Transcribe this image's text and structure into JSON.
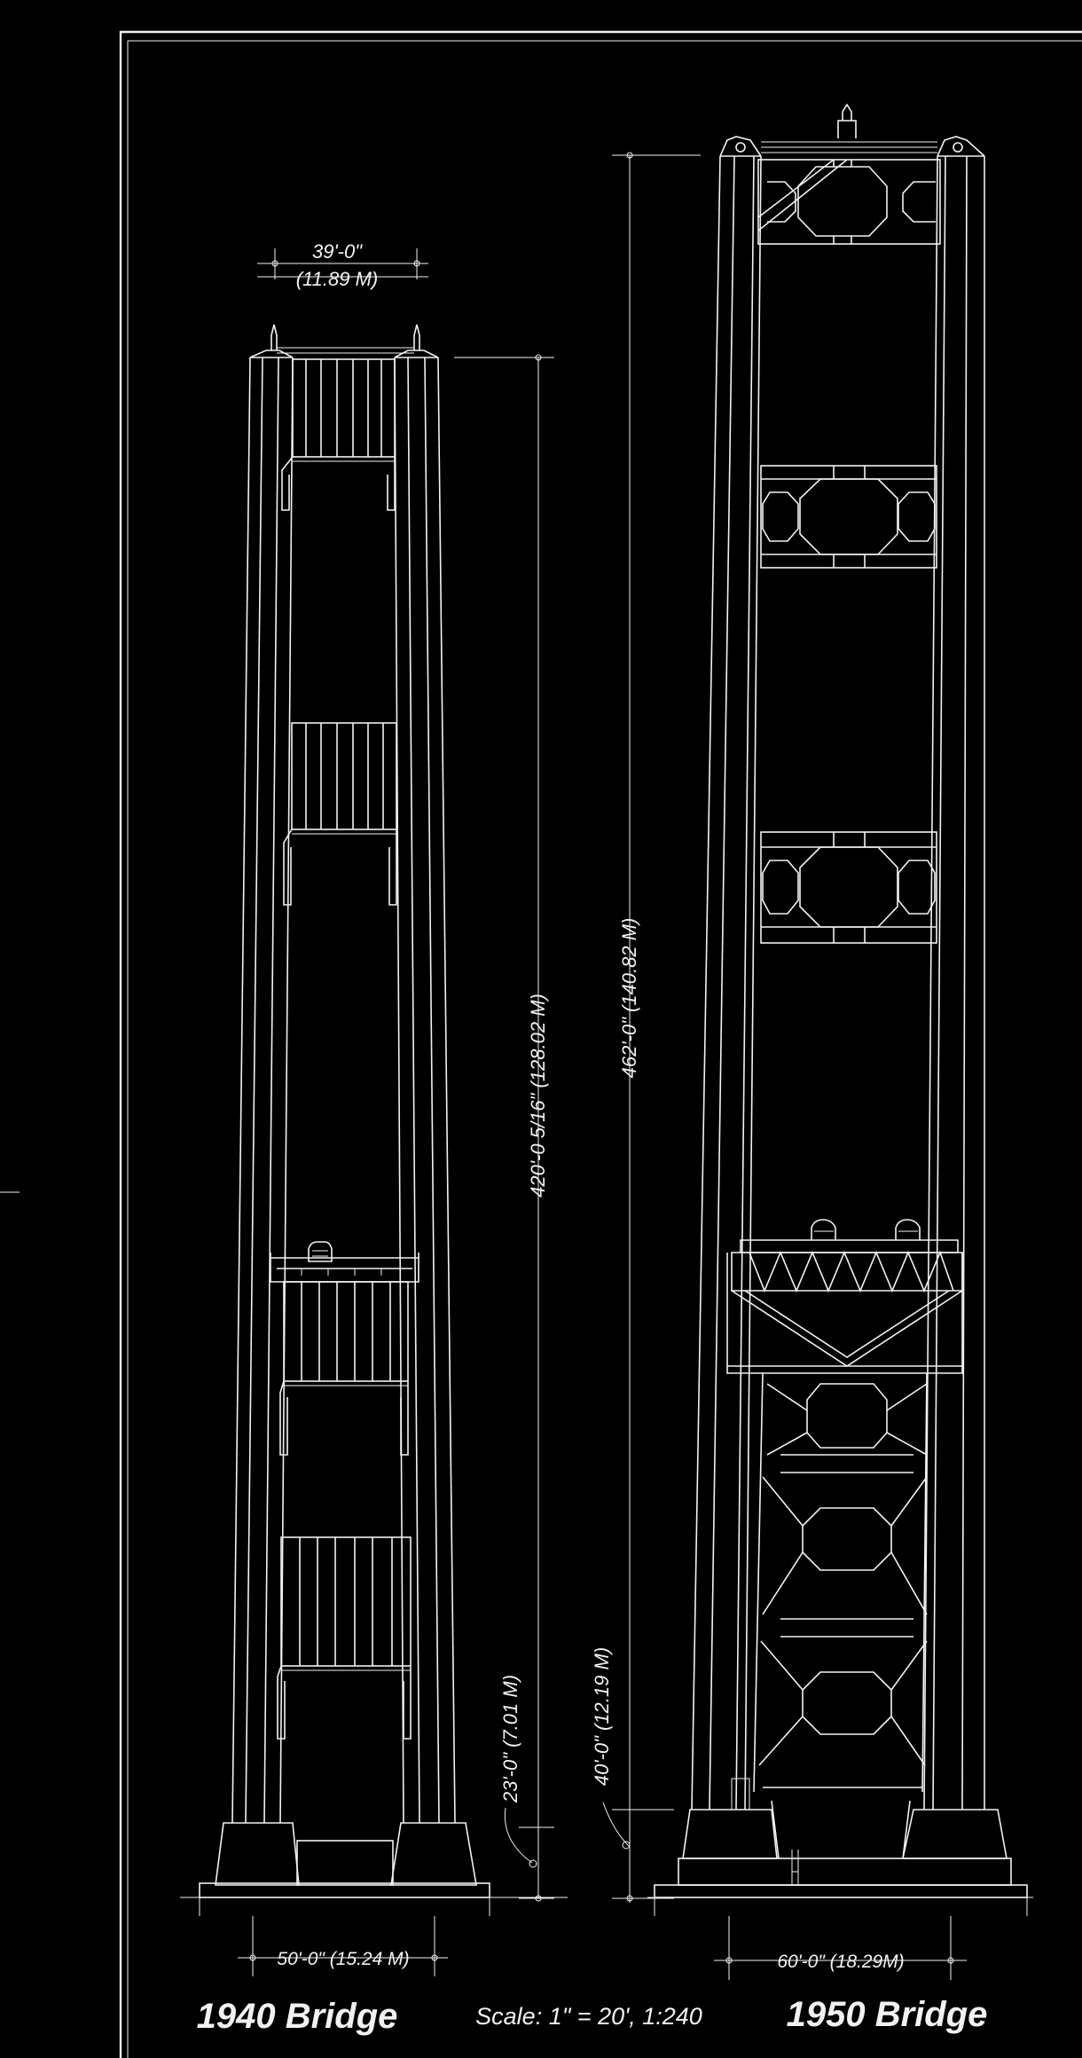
{
  "labels": {
    "top_width_1940_ft": "39'-0\"",
    "top_width_1940_m": "(11.89 M)",
    "height_1940": "420'-0 5/16\" (128.02 M)",
    "height_1950": "462'-0\" (140.82 M)",
    "pier_1940": "23'-0\" (7.01 M)",
    "pier_1950": "40'-0\" (12.19 M)",
    "base_1940": "50'-0\" (15.24 M)",
    "base_1950": "60'-0\" (18.29M)"
  },
  "titles": {
    "left": "1940 Bridge",
    "scale": "Scale:  1\" = 20', 1:240",
    "right": "1950 Bridge"
  },
  "colors": {
    "background": "#000000",
    "line": "#f2f2f2"
  }
}
